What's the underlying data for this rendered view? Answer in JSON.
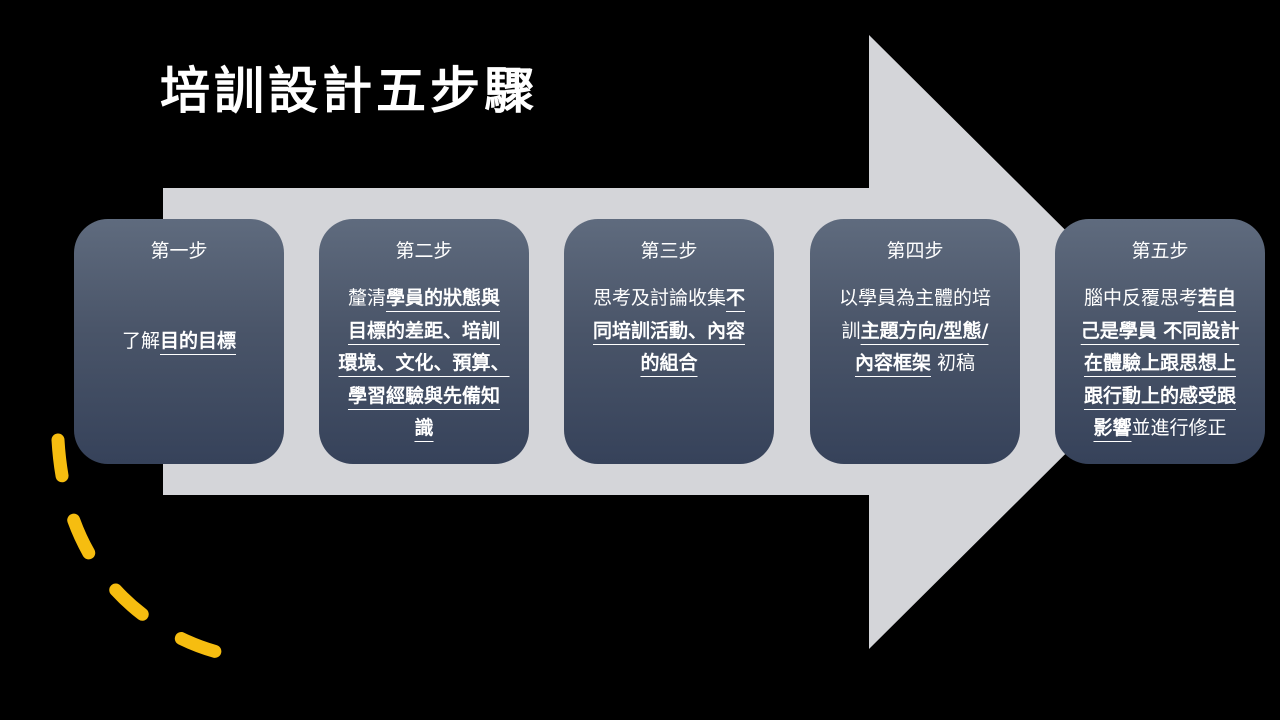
{
  "slide": {
    "title": "培訓設計五步驟",
    "colors": {
      "background": "#000000",
      "arrow": "#d4d5d9",
      "box_top": "#5f6b7e",
      "box_bottom": "#36425a",
      "text": "#ffffff",
      "dashed_arc": "#f6bd10"
    },
    "steps": [
      {
        "label": "第一步",
        "lines": [
          {
            "plain": "了解",
            "bold": "目的目標"
          }
        ]
      },
      {
        "label": "第二步",
        "lines": [
          {
            "plain": "釐清",
            "bold": "學員的狀態與"
          },
          {
            "plain": "",
            "bold": "目標的差距、培訓"
          },
          {
            "plain": "",
            "bold": "環境、文化、預算、"
          },
          {
            "plain": "",
            "bold": "學習經驗與先備知"
          },
          {
            "plain": "",
            "bold": "識"
          }
        ]
      },
      {
        "label": "第三步",
        "lines": [
          {
            "plain": "思考及討論收集",
            "bold": "不"
          },
          {
            "plain": "",
            "bold": "同培訓活動、內容"
          },
          {
            "plain": "",
            "bold": "的組合"
          }
        ]
      },
      {
        "label": "第四步",
        "lines": [
          {
            "plain": "以學員為主體的培",
            "bold": ""
          },
          {
            "plain": "訓",
            "bold": "主題方向/型態/"
          },
          {
            "plain": "",
            "bold": "內容框架",
            "tail": " 初稿"
          }
        ]
      },
      {
        "label": "第五步",
        "lines": [
          {
            "plain": "腦中反覆思考",
            "bold": "若自"
          },
          {
            "plain": "",
            "bold": "己是學員 不同設計"
          },
          {
            "plain": "",
            "bold": "在體驗上跟思想上"
          },
          {
            "plain": "",
            "bold": "跟行動上的感受跟"
          },
          {
            "plain": "",
            "bold": "影響",
            "tail": "並進行修正"
          }
        ]
      }
    ]
  }
}
